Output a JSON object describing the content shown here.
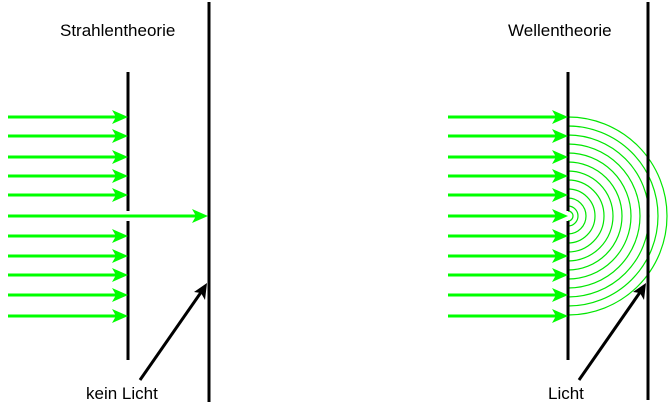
{
  "left_panel": {
    "title": "Strahlentheorie",
    "caption": "kein Licht"
  },
  "right_panel": {
    "title": "Wellentheorie",
    "caption": "Licht"
  },
  "colors": {
    "ray": "#00ff00",
    "wave": "#00e600",
    "barrier": "#000000"
  }
}
